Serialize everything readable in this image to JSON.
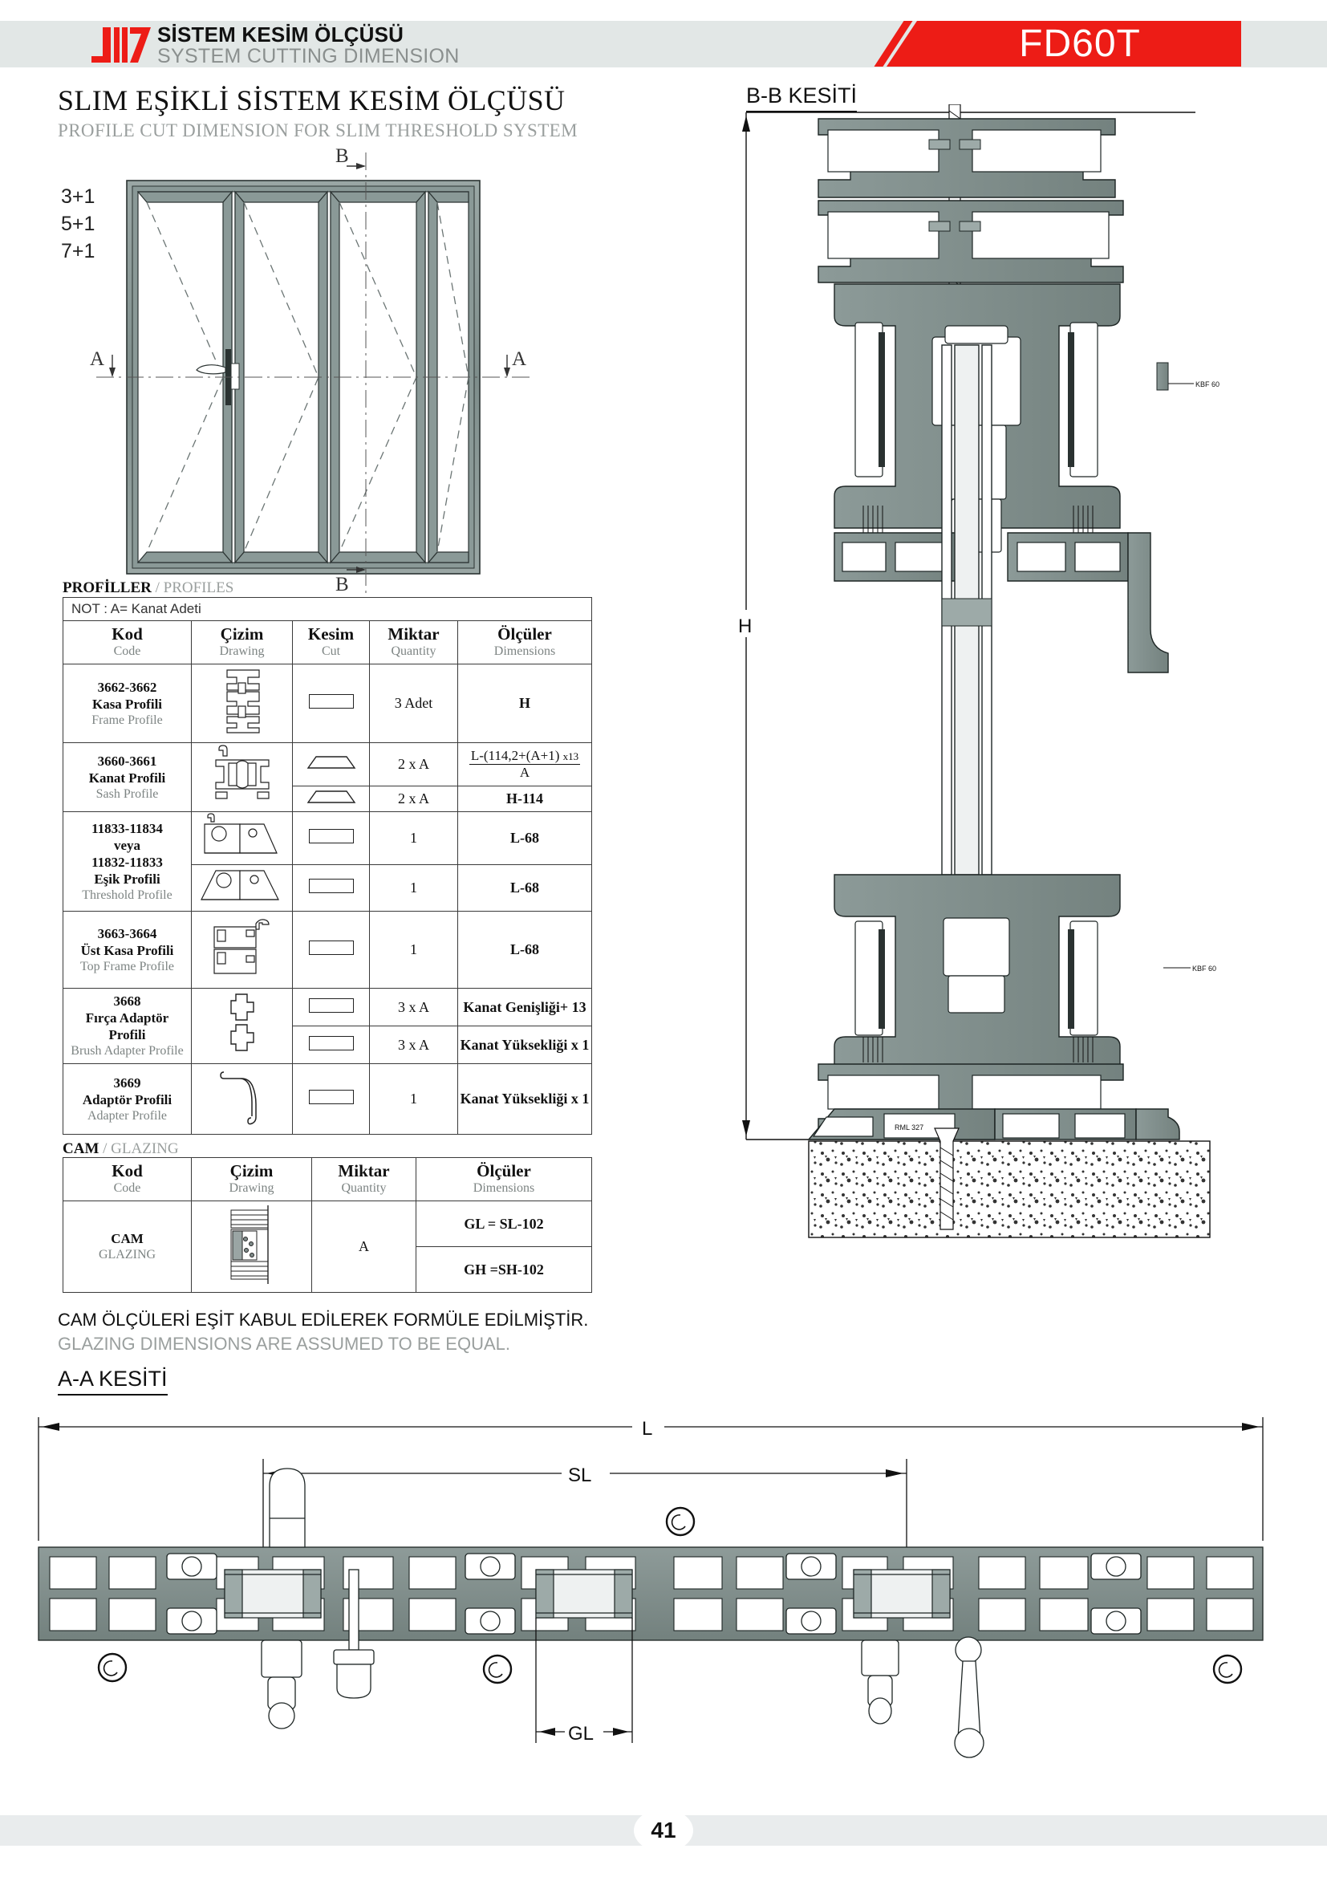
{
  "header": {
    "brand_tr": "SİSTEM KESİM ÖLÇÜSÜ",
    "brand_en": "SYSTEM CUTTING DIMENSION",
    "product_code": "FD60T",
    "logo_icon": "brand-logo-icon",
    "accent_color": "#ed1c16",
    "band_color": "#e2e7e6"
  },
  "titles": {
    "main_tr": "SLIM EŞİKLİ SİSTEM KESİM ÖLÇÜSÜ",
    "main_en": "PROFILE CUT DIMENSION FOR SLIM THRESHOLD SYSTEM",
    "section_bb": "B-B KESİTİ",
    "section_aa": "A-A KESİTİ"
  },
  "elevation": {
    "panel_counts": [
      "3+1",
      "5+1",
      "7+1"
    ],
    "marker_a": "A",
    "marker_b": "B",
    "handle_icon": "door-handle-icon"
  },
  "dimensions": {
    "height_label": "H",
    "length_label": "L",
    "sash_length_label": "SL",
    "glass_length_label": "GL"
  },
  "annotations": {
    "kbf60": "KBF 60",
    "rml327": "RML 327"
  },
  "profiles_table": {
    "caption_tr": "PROFİLLER",
    "caption_sep": " / ",
    "caption_en": "PROFILES",
    "note": "NOT : A= Kanat Adeti",
    "headers": [
      {
        "tr": "Kod",
        "en": "Code"
      },
      {
        "tr": "Çizim",
        "en": "Drawing"
      },
      {
        "tr": "Kesim",
        "en": "Cut"
      },
      {
        "tr": "Miktar",
        "en": "Quantity"
      },
      {
        "tr": "Ölçüler",
        "en": "Dimensions"
      }
    ],
    "rows": [
      {
        "code_lines": [
          "3662-3662",
          "Kasa Profili"
        ],
        "code_en": "Frame Profile",
        "drawing_icon": "frame-profile-section-icon",
        "sub": [
          {
            "cut": "rect",
            "qty": "3 Adet",
            "dim": "H",
            "dim_type": "plain"
          }
        ]
      },
      {
        "code_lines": [
          "3660-3661",
          "Kanat Profili"
        ],
        "code_en": "Sash Profile",
        "drawing_icon": "sash-profile-section-icon",
        "sub": [
          {
            "cut": "trap",
            "qty": "2 x A",
            "dim": "L-(114,2+(A+1) x13 / A",
            "dim_type": "fraction",
            "num": "L-(114,2+(A+1)",
            "num_sup": "x13",
            "den": "A"
          },
          {
            "cut": "trap",
            "qty": "2 x A",
            "dim": "H-114",
            "dim_type": "plain"
          }
        ]
      },
      {
        "code_lines": [
          "11833-11834",
          "veya",
          "11832-11833",
          "Eşik Profili"
        ],
        "code_en": "Threshold Profile",
        "drawing_icon": "threshold-profile-section-icon",
        "sub": [
          {
            "cut": "rect",
            "qty": "1",
            "dim": "L-68",
            "dim_type": "plain"
          },
          {
            "cut": "rect",
            "qty": "1",
            "dim": "L-68",
            "dim_type": "plain"
          }
        ]
      },
      {
        "code_lines": [
          "3663-3664",
          "Üst Kasa Profili"
        ],
        "code_en": "Top Frame Profile",
        "drawing_icon": "top-frame-profile-section-icon",
        "sub": [
          {
            "cut": "rect",
            "qty": "1",
            "dim": "L-68",
            "dim_type": "plain"
          }
        ]
      },
      {
        "code_lines": [
          "3668",
          "Fırça Adaptör",
          "Profili"
        ],
        "code_en": "Brush Adapter Profile",
        "drawing_icon": "brush-adapter-profile-section-icon",
        "sub": [
          {
            "cut": "rect",
            "qty": "3 x A",
            "dim": "Kanat Genişliği+ 13",
            "dim_type": "plain"
          },
          {
            "cut": "rect",
            "qty": "3 x A",
            "dim": "Kanat Yüksekliği x 1",
            "dim_type": "plain"
          }
        ]
      },
      {
        "code_lines": [
          "3669",
          "Adaptör Profili"
        ],
        "code_en": "Adapter Profile",
        "drawing_icon": "adapter-profile-section-icon",
        "sub": [
          {
            "cut": "rect",
            "qty": "1",
            "dim": "Kanat Yüksekliği x 1",
            "dim_type": "plain"
          }
        ]
      }
    ]
  },
  "glazing_table": {
    "caption_tr": "CAM",
    "caption_sep": " / ",
    "caption_en": "GLAZING",
    "headers": [
      {
        "tr": "Kod",
        "en": "Code"
      },
      {
        "tr": "Çizim",
        "en": "Drawing"
      },
      {
        "tr": "Miktar",
        "en": "Quantity"
      },
      {
        "tr": "Ölçüler",
        "en": "Dimensions"
      }
    ],
    "row": {
      "code_tr": "CAM",
      "code_en": "GLAZING",
      "drawing_icon": "glazing-unit-section-icon",
      "qty": "A",
      "dims": [
        "GL = SL-102",
        "GH =SH-102"
      ]
    }
  },
  "note_block": {
    "tr": "CAM ÖLÇÜLERİ EŞİT KABUL EDİLEREK FORMÜLE EDİLMİŞTİR.",
    "en": "GLAZING DIMENSIONS ARE ASSUMED TO BE EQUAL."
  },
  "footer": {
    "page_number": "41"
  }
}
